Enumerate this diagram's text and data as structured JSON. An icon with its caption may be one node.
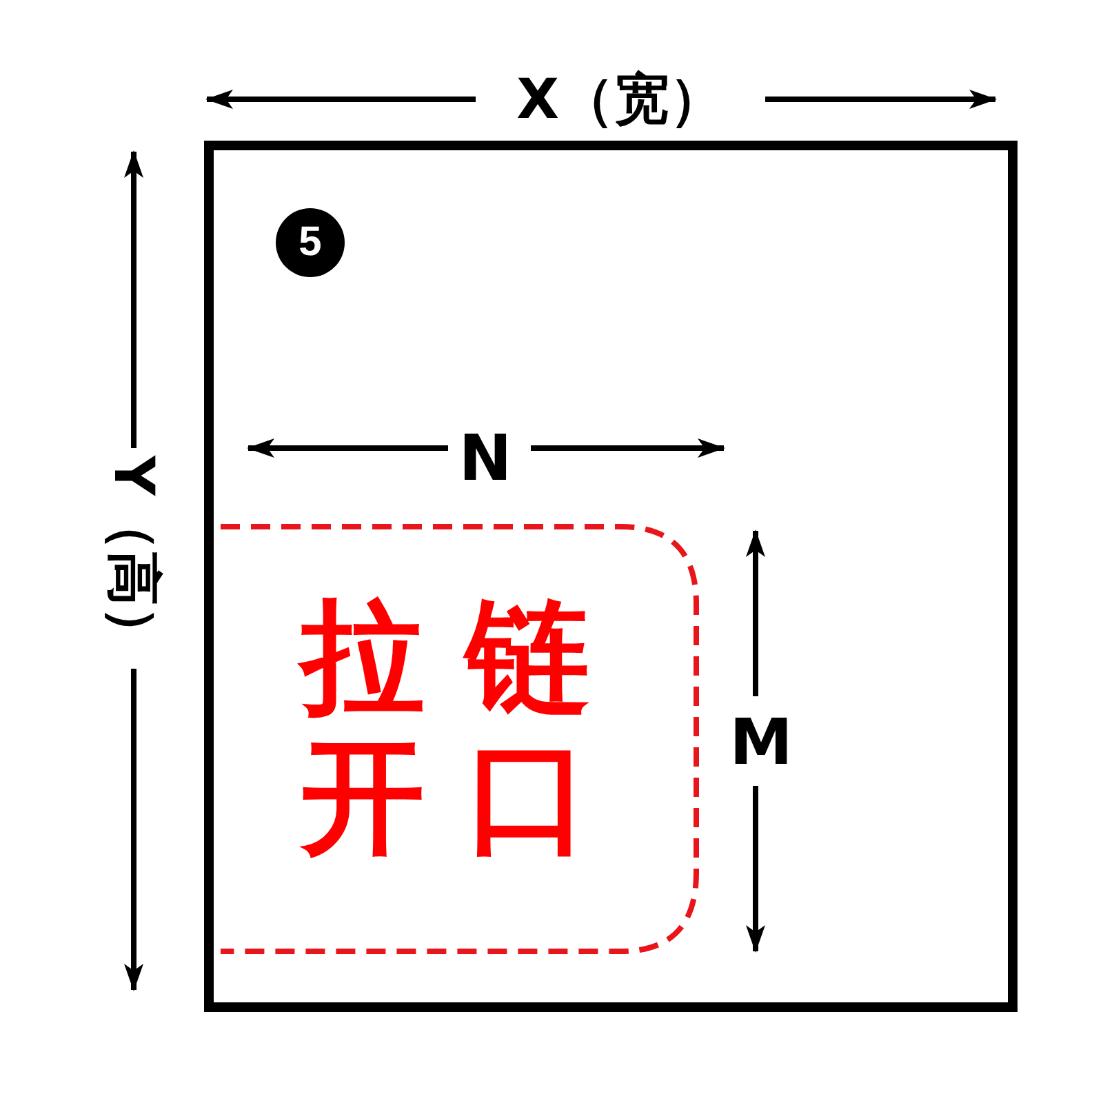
{
  "diagram": {
    "nodes": [
      {
        "text": [],
        "shape": "box"
      },
      {
        "text": [
          "5"
        ],
        "in": 0
      },
      {
        "text": [
          "拉链开口"
        ],
        "in": 0
      }
    ],
    "labels": [
      "X（宽）",
      "Y（高）",
      "N",
      "M"
    ]
  }
}
